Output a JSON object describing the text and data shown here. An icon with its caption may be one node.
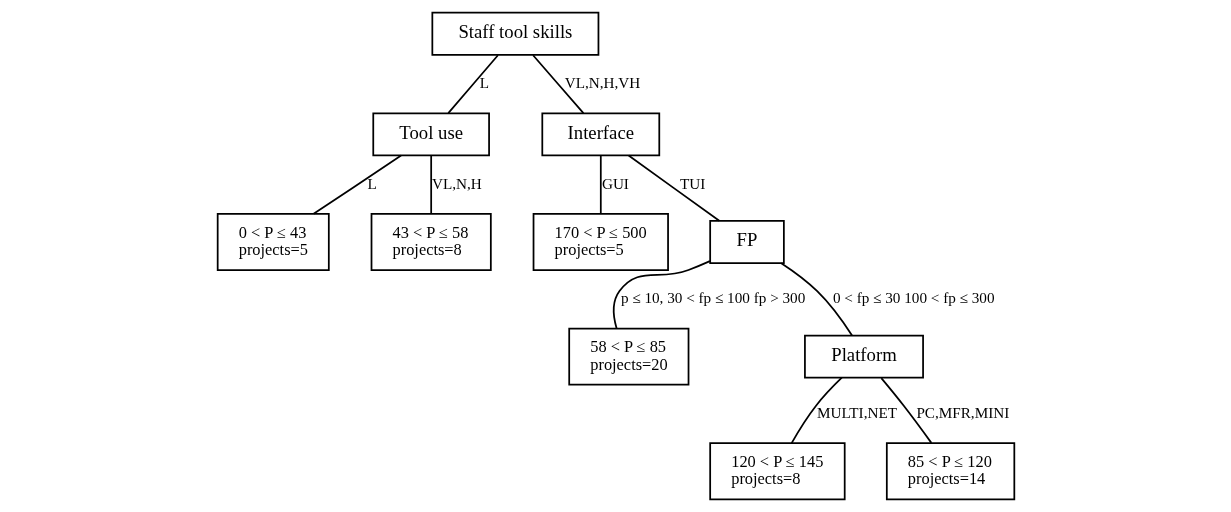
{
  "diagram": {
    "nodes": [
      {
        "text": [
          "Staff tool skills"
        ]
      },
      {
        "text": [
          "Tool use"
        ]
      },
      {
        "text": [
          "Interface"
        ]
      },
      {
        "text": [
          "0 < P ≤ 43",
          "projects=5"
        ]
      },
      {
        "text": [
          "43 < P ≤ 58",
          "projects=8"
        ]
      },
      {
        "text": [
          "170 < P ≤ 500",
          "projects=5"
        ]
      },
      {
        "text": [
          "FP"
        ]
      },
      {
        "text": [
          "58 < P ≤ 85",
          "projects=20"
        ]
      },
      {
        "text": [
          "Platform"
        ]
      },
      {
        "text": [
          "120 < P ≤ 145",
          "projects=8"
        ]
      },
      {
        "text": [
          "85 < P ≤ 120",
          "projects=14"
        ]
      }
    ],
    "edges": [
      {
        "from": 0,
        "to": 1,
        "arrow": "none",
        "label": "L"
      },
      {
        "from": 0,
        "to": 2,
        "arrow": "none",
        "label": "VL,N,H,VH"
      },
      {
        "from": 1,
        "to": 3,
        "arrow": "none",
        "label": "L"
      },
      {
        "from": 1,
        "to": 4,
        "arrow": "none",
        "label": "VL,N,H"
      },
      {
        "from": 2,
        "to": 5,
        "arrow": "none",
        "label": "GUI"
      },
      {
        "from": 2,
        "to": 6,
        "arrow": "none",
        "label": "TUI"
      },
      {
        "from": 6,
        "to": 7,
        "arrow": "none",
        "label": "p ≤ 10, 30 < fp ≤ 100 fp > 300"
      },
      {
        "from": 6,
        "to": 8,
        "arrow": "none",
        "label": "0 < fp ≤ 30 100 < fp ≤ 300"
      },
      {
        "from": 8,
        "to": 9,
        "arrow": "none",
        "label": "MULTI,NET"
      },
      {
        "from": 8,
        "to": 10,
        "arrow": "none",
        "label": "PC,MFR,MINI"
      }
    ]
  }
}
